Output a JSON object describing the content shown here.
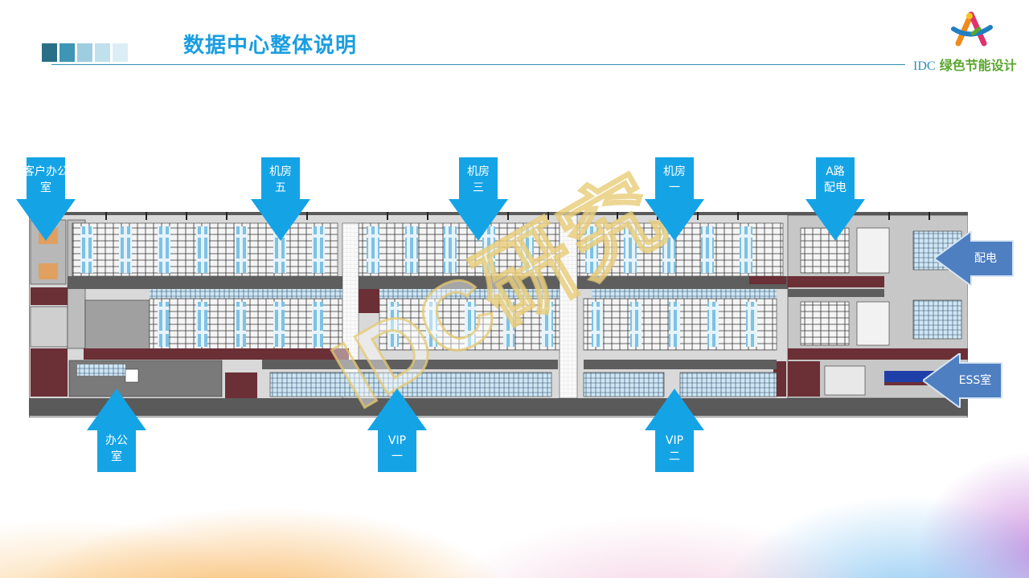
{
  "slide": {
    "title": "数据中心整体说明",
    "accent_color": "#1a9ee0",
    "header_squares": [
      "#2a6f86",
      "#3e95b4",
      "#9fcde0",
      "#bfe0ec",
      "#dceef5"
    ]
  },
  "logo": {
    "prefix": "IDC",
    "text": "绿色节能设计",
    "icon": "idc-logo-icon"
  },
  "watermark": {
    "text": "IDC研究"
  },
  "floorplan": {
    "icon": "floor-plan-drawing"
  },
  "callouts": {
    "client_office": "客户办公室",
    "room5": "机房五",
    "room3": "机房三",
    "room1": "机房一",
    "a_power": "A路配电",
    "power": "配电",
    "ess": "ESS室",
    "office": "办公室",
    "vip1": "VIP一",
    "vip2": "VIP二"
  },
  "colors": {
    "arrow": "#14a4e6",
    "side_arrow": "#4e7fc1",
    "wall": "#6b2f36",
    "corridor": "#5a5a5a"
  }
}
